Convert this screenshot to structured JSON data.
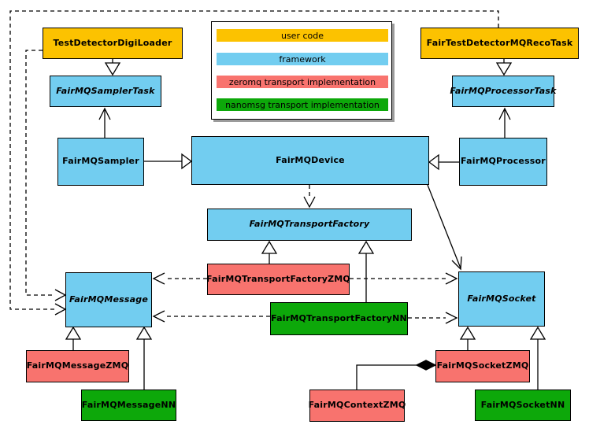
{
  "diagram": {
    "type": "uml-class-diagram",
    "colors": {
      "user_code": "#fcc200",
      "framework": "#72cdf0",
      "zeromq": "#f8736e",
      "nanomsg": "#0da80a",
      "background": "#ffffff",
      "line": "#000000"
    },
    "nodes": {
      "test_detector_digi_loader": {
        "label": "TestDetectorDigiLoader",
        "category": "user code",
        "abstract": false
      },
      "fair_test_detector_mq_reco_task": {
        "label": "FairTestDetectorMQRecoTask",
        "category": "user code",
        "abstract": false
      },
      "fair_mq_sampler_task": {
        "label": "FairMQSamplerTask",
        "category": "framework",
        "abstract": true
      },
      "fair_mq_processor_task": {
        "label": "FairMQProcessorTask",
        "category": "framework",
        "abstract": true
      },
      "fair_mq_sampler": {
        "label": "FairMQSampler",
        "category": "framework",
        "abstract": false
      },
      "fair_mq_device": {
        "label": "FairMQDevice",
        "category": "framework",
        "abstract": false
      },
      "fair_mq_processor": {
        "label": "FairMQProcessor",
        "category": "framework",
        "abstract": false
      },
      "fair_mq_transport_factory": {
        "label": "FairMQTransportFactory",
        "category": "framework",
        "abstract": true
      },
      "fair_mq_transport_factory_zmq": {
        "label": "FairMQTransportFactoryZMQ",
        "category": "zeromq transport implementation",
        "abstract": false
      },
      "fair_mq_transport_factory_nn": {
        "label": "FairMQTransportFactoryNN",
        "category": "nanomsg transport implementation",
        "abstract": false
      },
      "fair_mq_message": {
        "label": "FairMQMessage",
        "category": "framework",
        "abstract": true
      },
      "fair_mq_socket": {
        "label": "FairMQSocket",
        "category": "framework",
        "abstract": true
      },
      "fair_mq_message_zmq": {
        "label": "FairMQMessageZMQ",
        "category": "zeromq transport implementation",
        "abstract": false
      },
      "fair_mq_message_nn": {
        "label": "FairMQMessageNN",
        "category": "nanomsg transport implementation",
        "abstract": false
      },
      "fair_mq_context_zmq": {
        "label": "FairMQContextZMQ",
        "category": "zeromq transport implementation",
        "abstract": false
      },
      "fair_mq_socket_zmq": {
        "label": "FairMQSocketZMQ",
        "category": "zeromq transport implementation",
        "abstract": false
      },
      "fair_mq_socket_nn": {
        "label": "FairMQSocketNN",
        "category": "nanomsg transport implementation",
        "abstract": false
      }
    },
    "edges": [
      {
        "from": "TestDetectorDigiLoader",
        "to": "FairMQSamplerTask",
        "type": "generalization"
      },
      {
        "from": "FairTestDetectorMQRecoTask",
        "to": "FairMQProcessorTask",
        "type": "generalization"
      },
      {
        "from": "FairMQSampler",
        "to": "FairMQSamplerTask",
        "type": "association"
      },
      {
        "from": "FairMQProcessor",
        "to": "FairMQProcessorTask",
        "type": "association"
      },
      {
        "from": "FairMQSampler",
        "to": "FairMQDevice",
        "type": "generalization"
      },
      {
        "from": "FairMQProcessor",
        "to": "FairMQDevice",
        "type": "generalization"
      },
      {
        "from": "FairMQDevice",
        "to": "FairMQTransportFactory",
        "type": "dependency"
      },
      {
        "from": "FairMQDevice",
        "to": "FairMQSocket",
        "type": "association"
      },
      {
        "from": "FairMQTransportFactoryZMQ",
        "to": "FairMQTransportFactory",
        "type": "generalization"
      },
      {
        "from": "FairMQTransportFactoryNN",
        "to": "FairMQTransportFactory",
        "type": "generalization"
      },
      {
        "from": "FairMQTransportFactoryZMQ",
        "to": "FairMQMessage",
        "type": "dependency"
      },
      {
        "from": "FairMQTransportFactoryZMQ",
        "to": "FairMQSocket",
        "type": "dependency"
      },
      {
        "from": "FairMQTransportFactoryNN",
        "to": "FairMQMessage",
        "type": "dependency"
      },
      {
        "from": "FairMQTransportFactoryNN",
        "to": "FairMQSocket",
        "type": "dependency"
      },
      {
        "from": "FairMQMessageZMQ",
        "to": "FairMQMessage",
        "type": "generalization"
      },
      {
        "from": "FairMQMessageNN",
        "to": "FairMQMessage",
        "type": "generalization"
      },
      {
        "from": "FairMQSocketZMQ",
        "to": "FairMQSocket",
        "type": "generalization"
      },
      {
        "from": "FairMQSocketNN",
        "to": "FairMQSocket",
        "type": "generalization"
      },
      {
        "from": "FairMQContextZMQ",
        "to": "FairMQSocketZMQ",
        "type": "composition"
      },
      {
        "from": "FairTestDetectorMQRecoTask",
        "to": "FairMQMessage",
        "type": "dependency"
      },
      {
        "from": "TestDetectorDigiLoader",
        "to": "FairMQMessage",
        "type": "dependency"
      }
    ],
    "legend": {
      "items": [
        {
          "label": "user code",
          "color": "#fcc200"
        },
        {
          "label": "framework",
          "color": "#72cdf0"
        },
        {
          "label": "zeromq transport implementation",
          "color": "#f8736e"
        },
        {
          "label": "nanomsg transport implementation",
          "color": "#0da80a"
        }
      ]
    }
  }
}
